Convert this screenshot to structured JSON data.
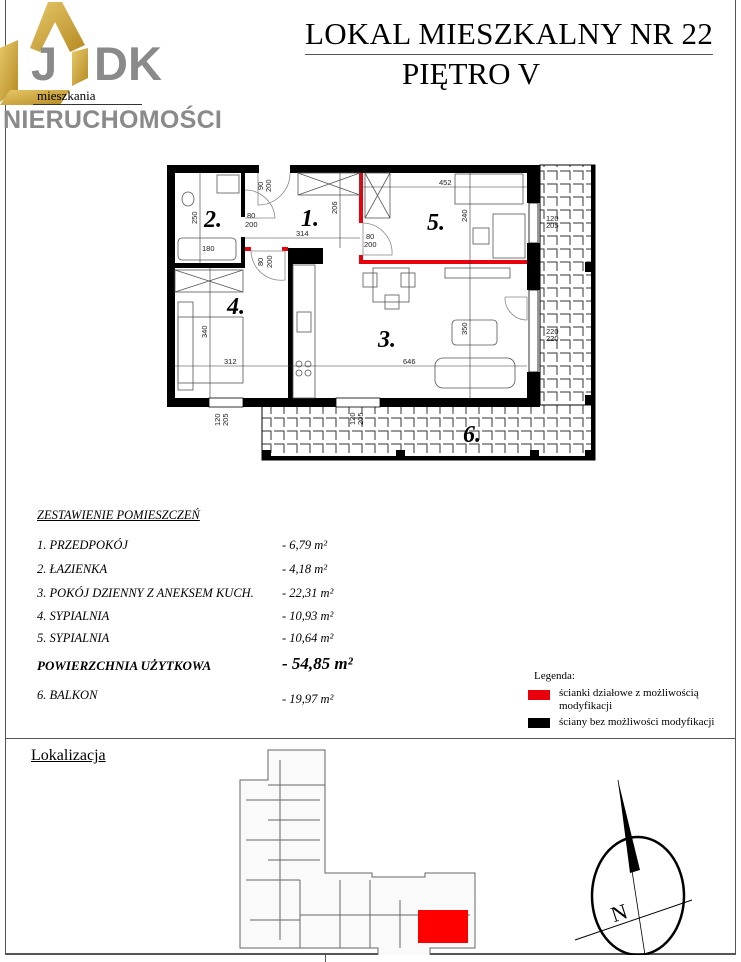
{
  "header": {
    "title": "LOKAL MIESZKALNY NR 22",
    "subtitle": "PIĘTRO V"
  },
  "logo": {
    "letters_j": "J",
    "letters_dk": "DK",
    "tagline": "mieszkania",
    "name": "NIERUCHOMOŚCI",
    "colors": {
      "gold": "#c9a23a",
      "gray": "#8a8a8a"
    }
  },
  "plan": {
    "room_numbers": [
      "1.",
      "2.",
      "3.",
      "4.",
      "5.",
      "6."
    ],
    "dimensions": {
      "hall_door": "90\n200",
      "hall_door_top": "90",
      "hall_door_bottom": "200",
      "bath_door_top": "80",
      "bath_door_bottom": "200",
      "bed4_door_top": "80",
      "bed4_door_bottom": "200",
      "bed5_door_top": "80",
      "bed5_door_bottom": "200",
      "hall_width": "314",
      "hall_depth": "206",
      "bath_depth": "250",
      "bathtub": "180",
      "bed5_width": "452",
      "bed5_depth": "240",
      "bed5_window_top": "120",
      "bed5_window_bottom": "205",
      "bed4_depth": "340",
      "bed4_width": "312",
      "living_depth": "350",
      "living_width": "646",
      "balcony_door_top": "220",
      "balcony_door_bottom": "220",
      "bed4_window_top": "120",
      "bed4_window_bottom": "205",
      "living_window_top": "120",
      "living_window_bottom": "205"
    },
    "colors": {
      "modifiable_wall": "#e8000d",
      "fixed_wall": "#000000"
    }
  },
  "summary": {
    "title": "ZESTAWIENIE POMIESZCZEŃ",
    "rooms": [
      {
        "label": "1. PRZEDPOKÓJ",
        "area": "- 6,79 m²"
      },
      {
        "label": "2. ŁAZIENKA",
        "area": "- 4,18 m²"
      },
      {
        "label": "3. POKÓJ DZIENNY Z ANEKSEM KUCH.",
        "area": "- 22,31 m²"
      },
      {
        "label": "4. SYPIALNIA",
        "area": "- 10,93 m²"
      },
      {
        "label": "5. SYPIALNIA",
        "area": "- 10,64 m²"
      }
    ],
    "total": {
      "label": "POWIERZCHNIA UŻYTKOWA",
      "area": "- 54,85 m²"
    },
    "balcony": {
      "label": "6. BALKON",
      "area": "- 19,97 m²"
    }
  },
  "legend": {
    "title": "Legenda:",
    "items": [
      {
        "label": "ścianki działowe z możliwością modyfikacji",
        "color": "#e8000d"
      },
      {
        "label": "ściany bez możliwości modyfikacji",
        "color": "#000000"
      }
    ]
  },
  "location": {
    "title": "Lokalizacja",
    "compass_label": "N",
    "highlight_color": "#ff0000"
  }
}
